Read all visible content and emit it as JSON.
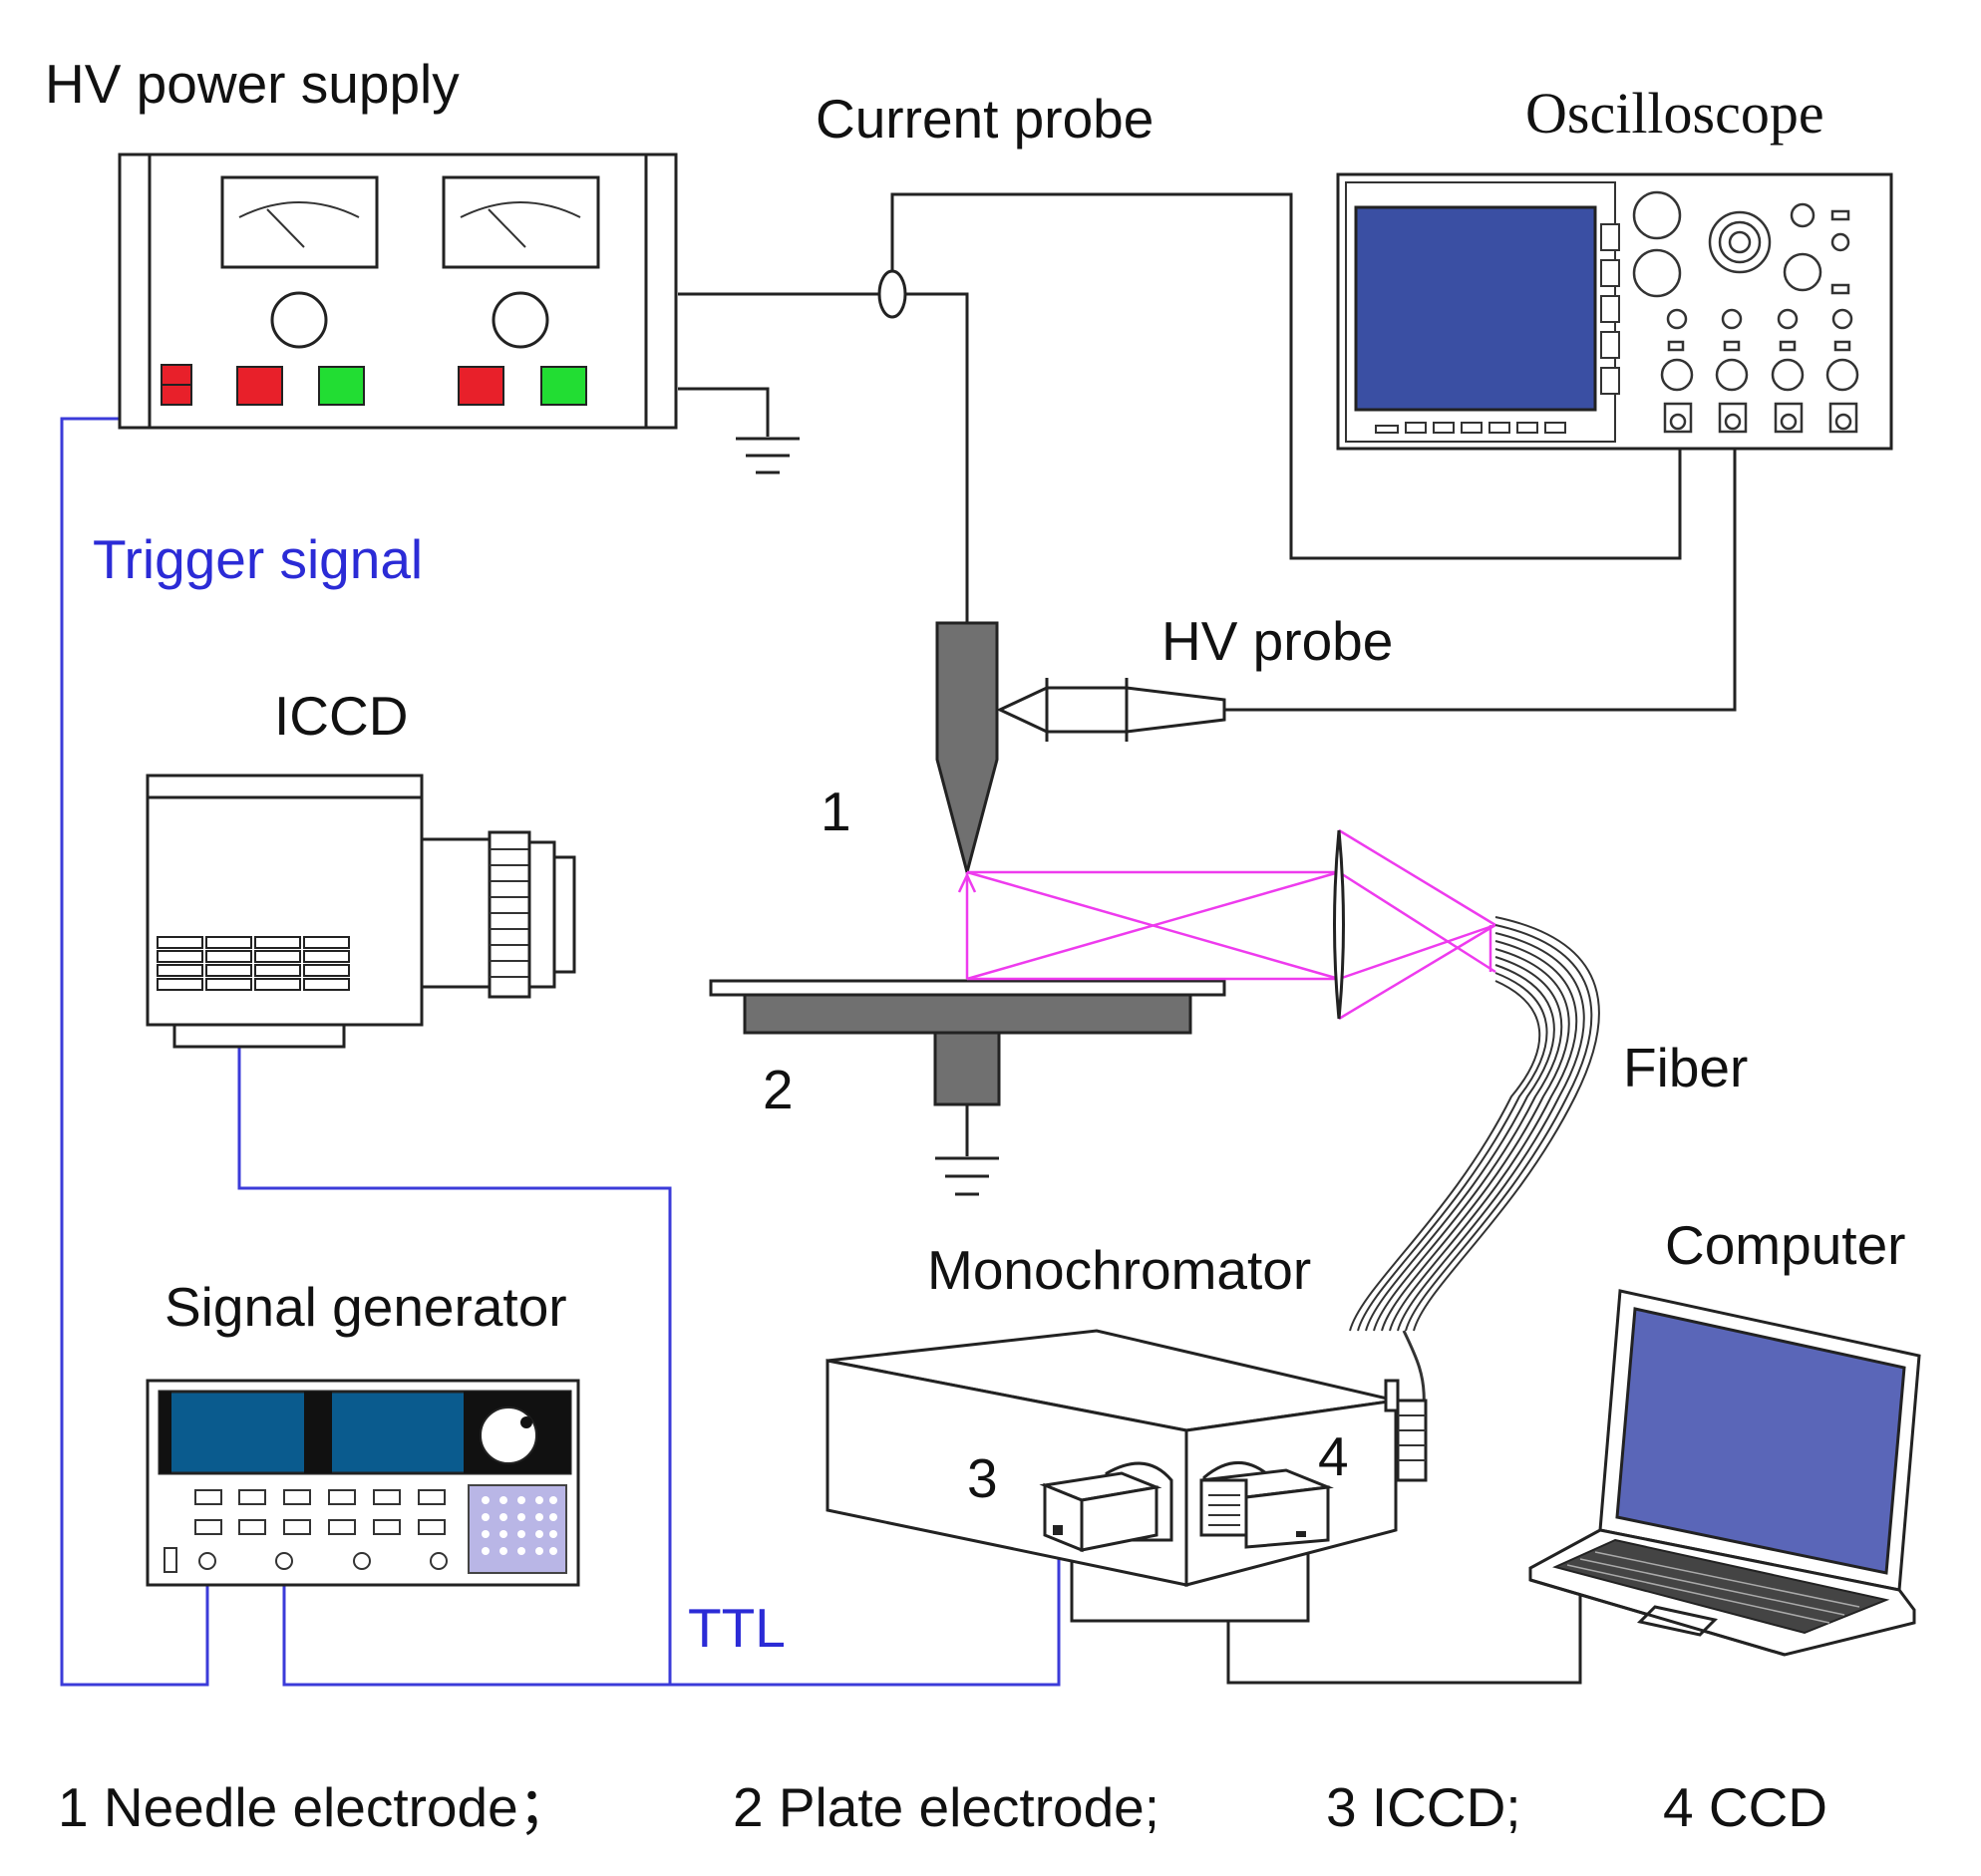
{
  "labels": {
    "hv_power_supply": "HV power supply",
    "current_probe": "Current probe",
    "oscilloscope": "Oscilloscope",
    "trigger_signal": "Trigger signal",
    "hv_probe": "HV probe",
    "iccd": "ICCD",
    "fiber": "Fiber",
    "signal_generator": "Signal generator",
    "monochromator": "Monochromator",
    "computer": "Computer",
    "ttl": "TTL",
    "num_1": "1",
    "num_2": "2",
    "num_3": "3",
    "num_4": "4"
  },
  "legend": [
    "1 Needle electrode；",
    "2 Plate electrode;",
    "3 ICCD;",
    "4 CCD"
  ],
  "colors": {
    "wire": "#222222",
    "trigger_wire": "#3b3bd9",
    "laser_path": "#ee3bee",
    "meter_red": "#e8202a",
    "meter_green": "#22dd33",
    "screen_blue": "#3a4fa3",
    "generator_display": "#0a5b8e",
    "laptop_screen": "#5a66b8",
    "keypad": "#b9b6e6",
    "electrode_gray": "#707070"
  }
}
